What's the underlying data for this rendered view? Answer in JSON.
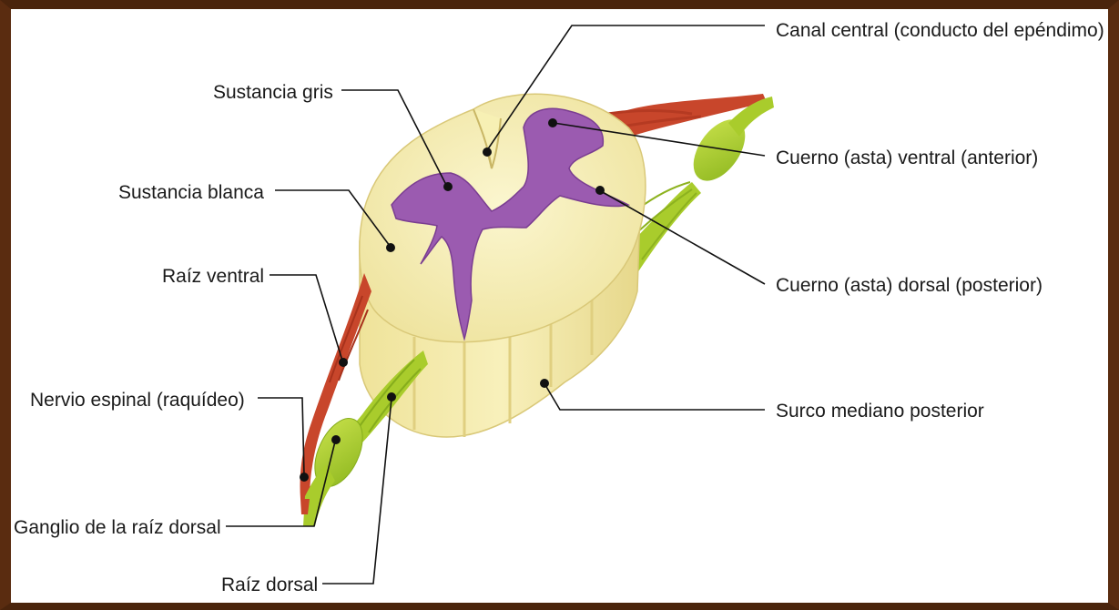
{
  "labels": {
    "central_canal": "Canal central (conducto del epéndimo)",
    "gray_matter": "Sustancia gris",
    "ventral_horn": "Cuerno (asta) ventral (anterior)",
    "white_matter": "Sustancia blanca",
    "dorsal_horn": "Cuerno (asta) dorsal (posterior)",
    "ventral_root": "Raíz ventral",
    "posterior_median_sulcus": "Surco mediano posterior",
    "spinal_nerve": "Nervio espinal (raquídeo)",
    "dorsal_root_ganglion": "Ganglio de la raíz dorsal",
    "dorsal_root": "Raíz dorsal"
  },
  "colors": {
    "white_matter": "#f7f0b4",
    "gray_matter": "#9b5bb0",
    "ventral_root": "#c8462b",
    "dorsal_root": "#a9cc2c",
    "frame": "#4a240c"
  }
}
